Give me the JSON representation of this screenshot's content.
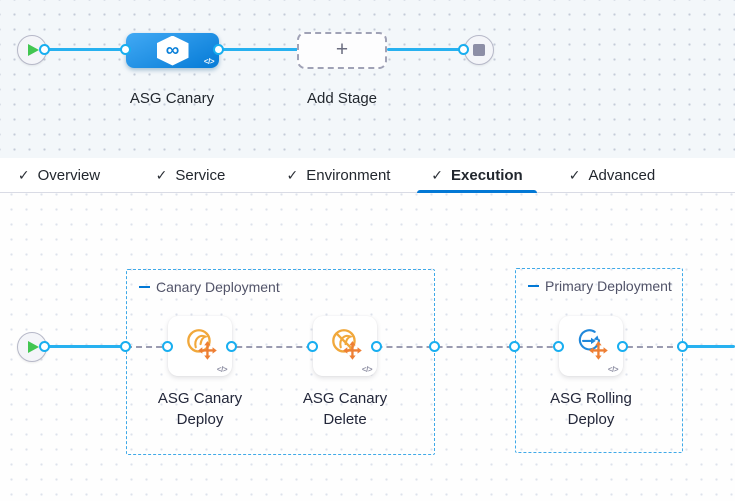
{
  "stage_canvas": {
    "stage": {
      "label": "ASG Canary",
      "icon": "cd-infinity-hexagon-icon",
      "infinity_glyph": "∞",
      "code_glyph": "</>"
    },
    "add_stage": {
      "label": "Add Stage",
      "plus_glyph": "+"
    }
  },
  "tabs": {
    "check_glyph": "✓",
    "items": [
      {
        "label": "Overview",
        "checked": true,
        "active": false
      },
      {
        "label": "Service",
        "checked": true,
        "active": false
      },
      {
        "label": "Environment",
        "checked": true,
        "active": false
      },
      {
        "label": "Execution",
        "checked": true,
        "active": true
      },
      {
        "label": "Advanced",
        "checked": true,
        "active": false
      }
    ]
  },
  "execution": {
    "groups": [
      {
        "title": "Canary Deployment",
        "steps": [
          {
            "line1": "ASG Canary",
            "line2": "Deploy",
            "icon": "asg-canary-deploy-icon",
            "code_glyph": "</>"
          },
          {
            "line1": "ASG Canary",
            "line2": "Delete",
            "icon": "asg-canary-delete-icon",
            "code_glyph": "</>"
          }
        ]
      },
      {
        "title": "Primary Deployment",
        "steps": [
          {
            "line1": "ASG Rolling",
            "line2": "Deploy",
            "icon": "asg-rolling-deploy-icon",
            "code_glyph": "</>"
          }
        ]
      }
    ]
  },
  "colors": {
    "primary_blue": "#0278d5",
    "connector_cyan": "#27b1f0",
    "stage_gradient_start": "#41a9f4",
    "stage_gradient_end": "#0b7fd9",
    "play_green": "#42c651",
    "stop_gray": "#8d8ea6",
    "asg_yellow": "#f1a83b",
    "asg_orange": "#ee7f34"
  }
}
